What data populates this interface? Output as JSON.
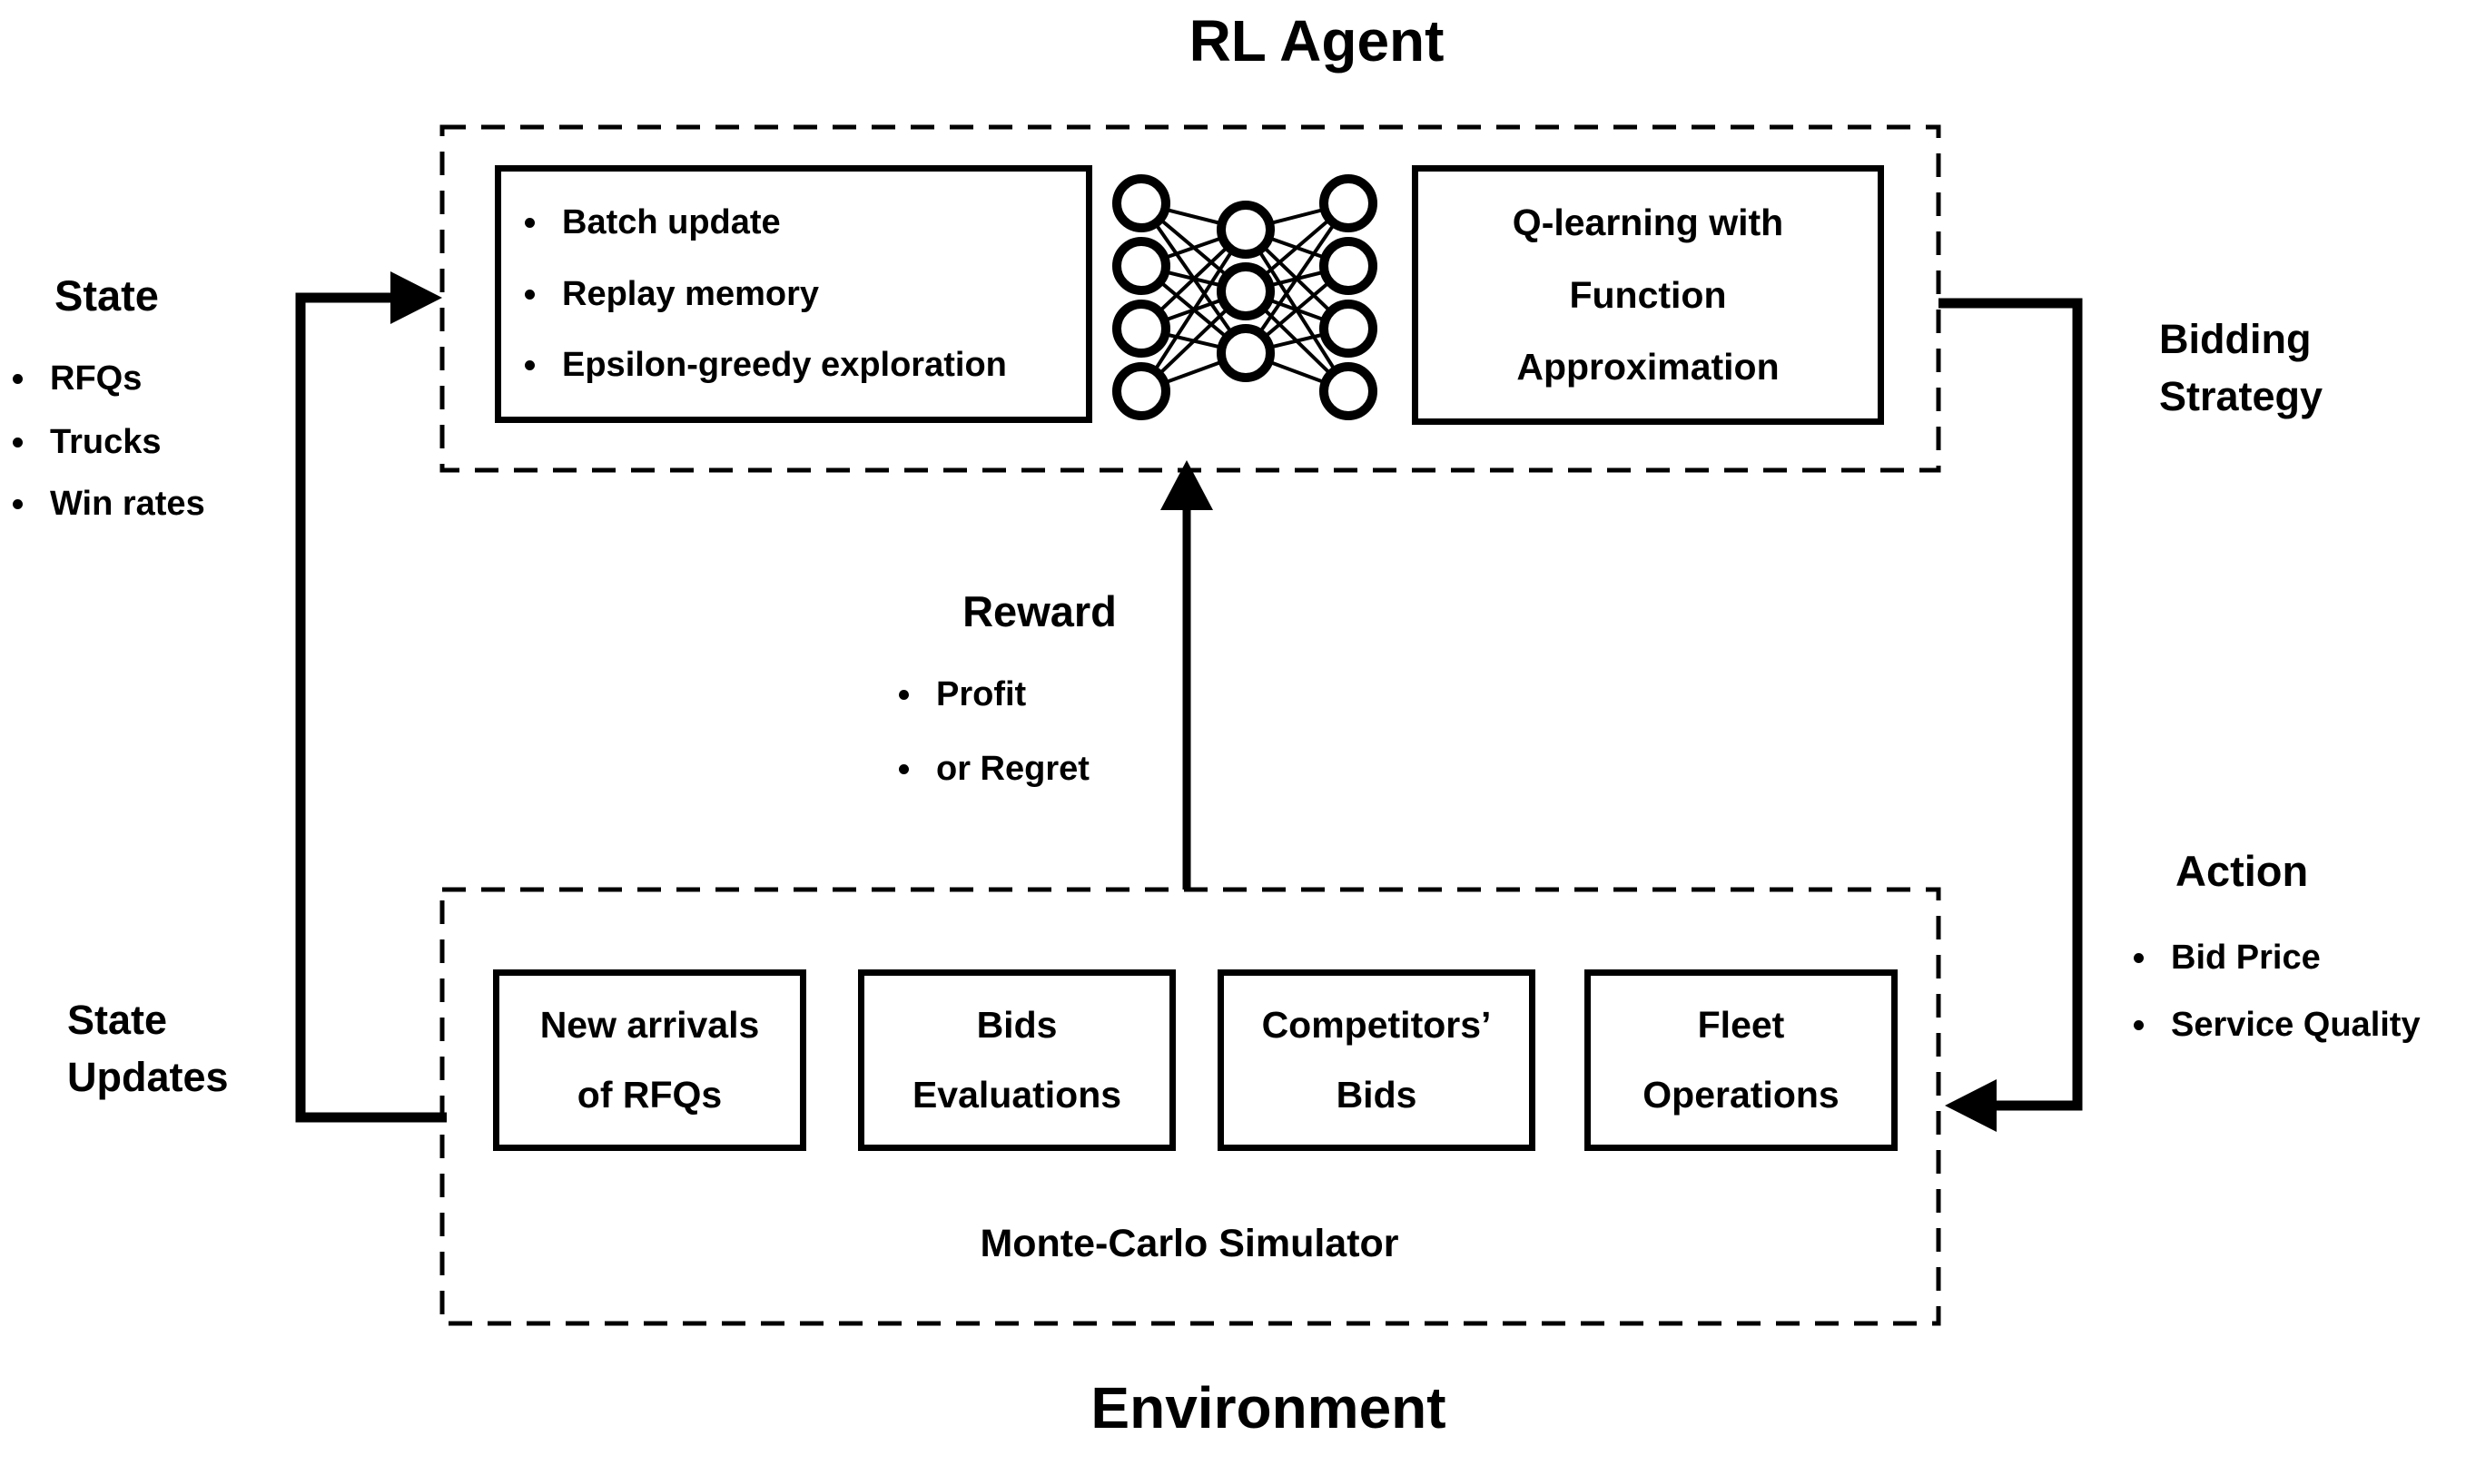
{
  "titles": {
    "rl_agent": "RL Agent",
    "environment": "Environment"
  },
  "rl_agent": {
    "features": [
      "Batch update",
      "Replay memory",
      "Epsilon-greedy exploration"
    ],
    "qlearning_lines": [
      "Q-learning with",
      "Function",
      "Approximation"
    ]
  },
  "environment": {
    "simulator_label": "Monte-Carlo Simulator",
    "modules": [
      [
        "New arrivals",
        "of RFQs"
      ],
      [
        "Bids",
        "Evaluations"
      ],
      [
        "Competitors’",
        "Bids"
      ],
      [
        "Fleet",
        "Operations"
      ]
    ]
  },
  "state": {
    "title": "State",
    "items": [
      "RFQs",
      "Trucks",
      "Win rates"
    ]
  },
  "state_updates": {
    "lines": [
      "State",
      "Updates"
    ]
  },
  "reward": {
    "title": "Reward",
    "items": [
      "Profit",
      "or Regret"
    ]
  },
  "bidding_strategy": {
    "lines": [
      "Bidding",
      "Strategy"
    ]
  },
  "action": {
    "title": "Action",
    "items": [
      "Bid Price",
      "Service Quality"
    ]
  },
  "colors": {
    "ink": "#000000",
    "background": "#ffffff"
  }
}
